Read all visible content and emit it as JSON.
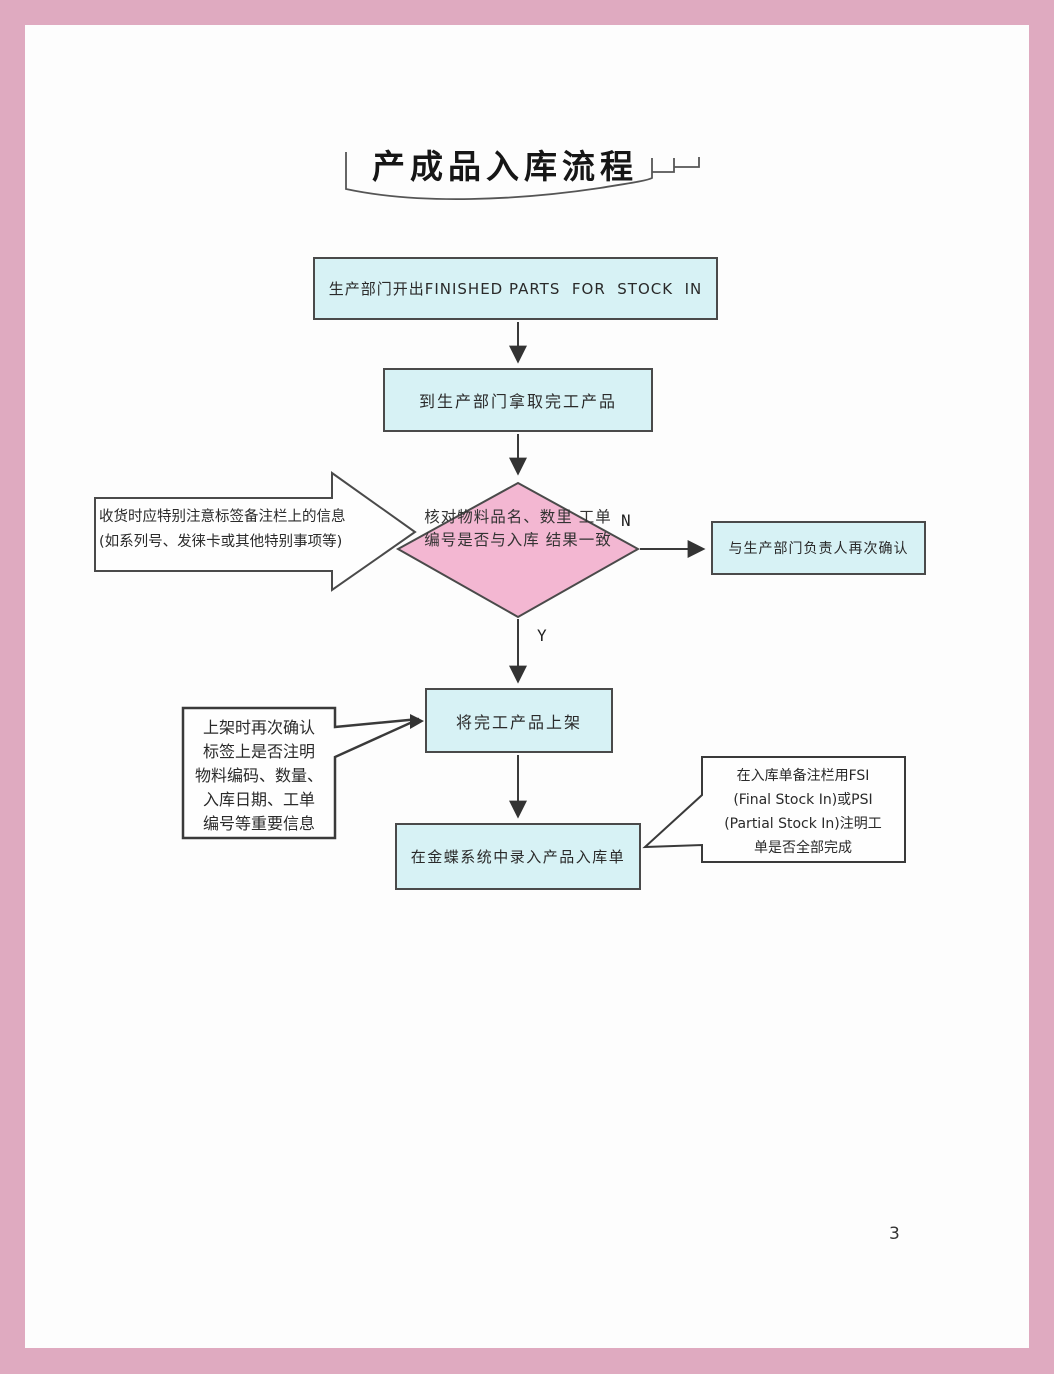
{
  "document": {
    "title": "产成品入库流程",
    "page_number": "3"
  },
  "colors": {
    "page_border_pink": "#dfaac0",
    "sheet_white": "#fdfdfd",
    "process_box_fill": "#d7f2f5",
    "decision_diamond_fill": "#f3b7d2",
    "shape_border": "#4a4a4a",
    "connector": "#3a3a3a"
  },
  "flow": {
    "step1": "生产部门开出FINISHED PARTS  FOR  STOCK  IN",
    "step2": "到生产部门拿取完工产品",
    "decision": {
      "line1": "核对物料品名、数里",
      "line2": "工单编号是否与入库",
      "line3": "结果一致"
    },
    "branch_no_label": "N",
    "branch_yes_label": "Y",
    "step_no": "与生产部门负责人再次确认",
    "step3": "将完工产品上架",
    "step4": "在金蝶系统中录入产品入库单"
  },
  "callouts": {
    "receiving": {
      "line1": "收货时应特别注意标签备注栏上的信息",
      "line2": "(如系列号、发徕卡或其他特别事项等)"
    },
    "shelving": {
      "lines": [
        "上架时再次确认",
        "标签上是否注明",
        "物料编码、数量、",
        "入库日期、工单",
        "编号等重要信息"
      ]
    },
    "remark": {
      "lines": [
        "在入库单备注栏用FSI",
        "(Final Stock In)或PSI",
        "(Partial Stock In)注明工",
        "单是否全部完成"
      ]
    }
  }
}
